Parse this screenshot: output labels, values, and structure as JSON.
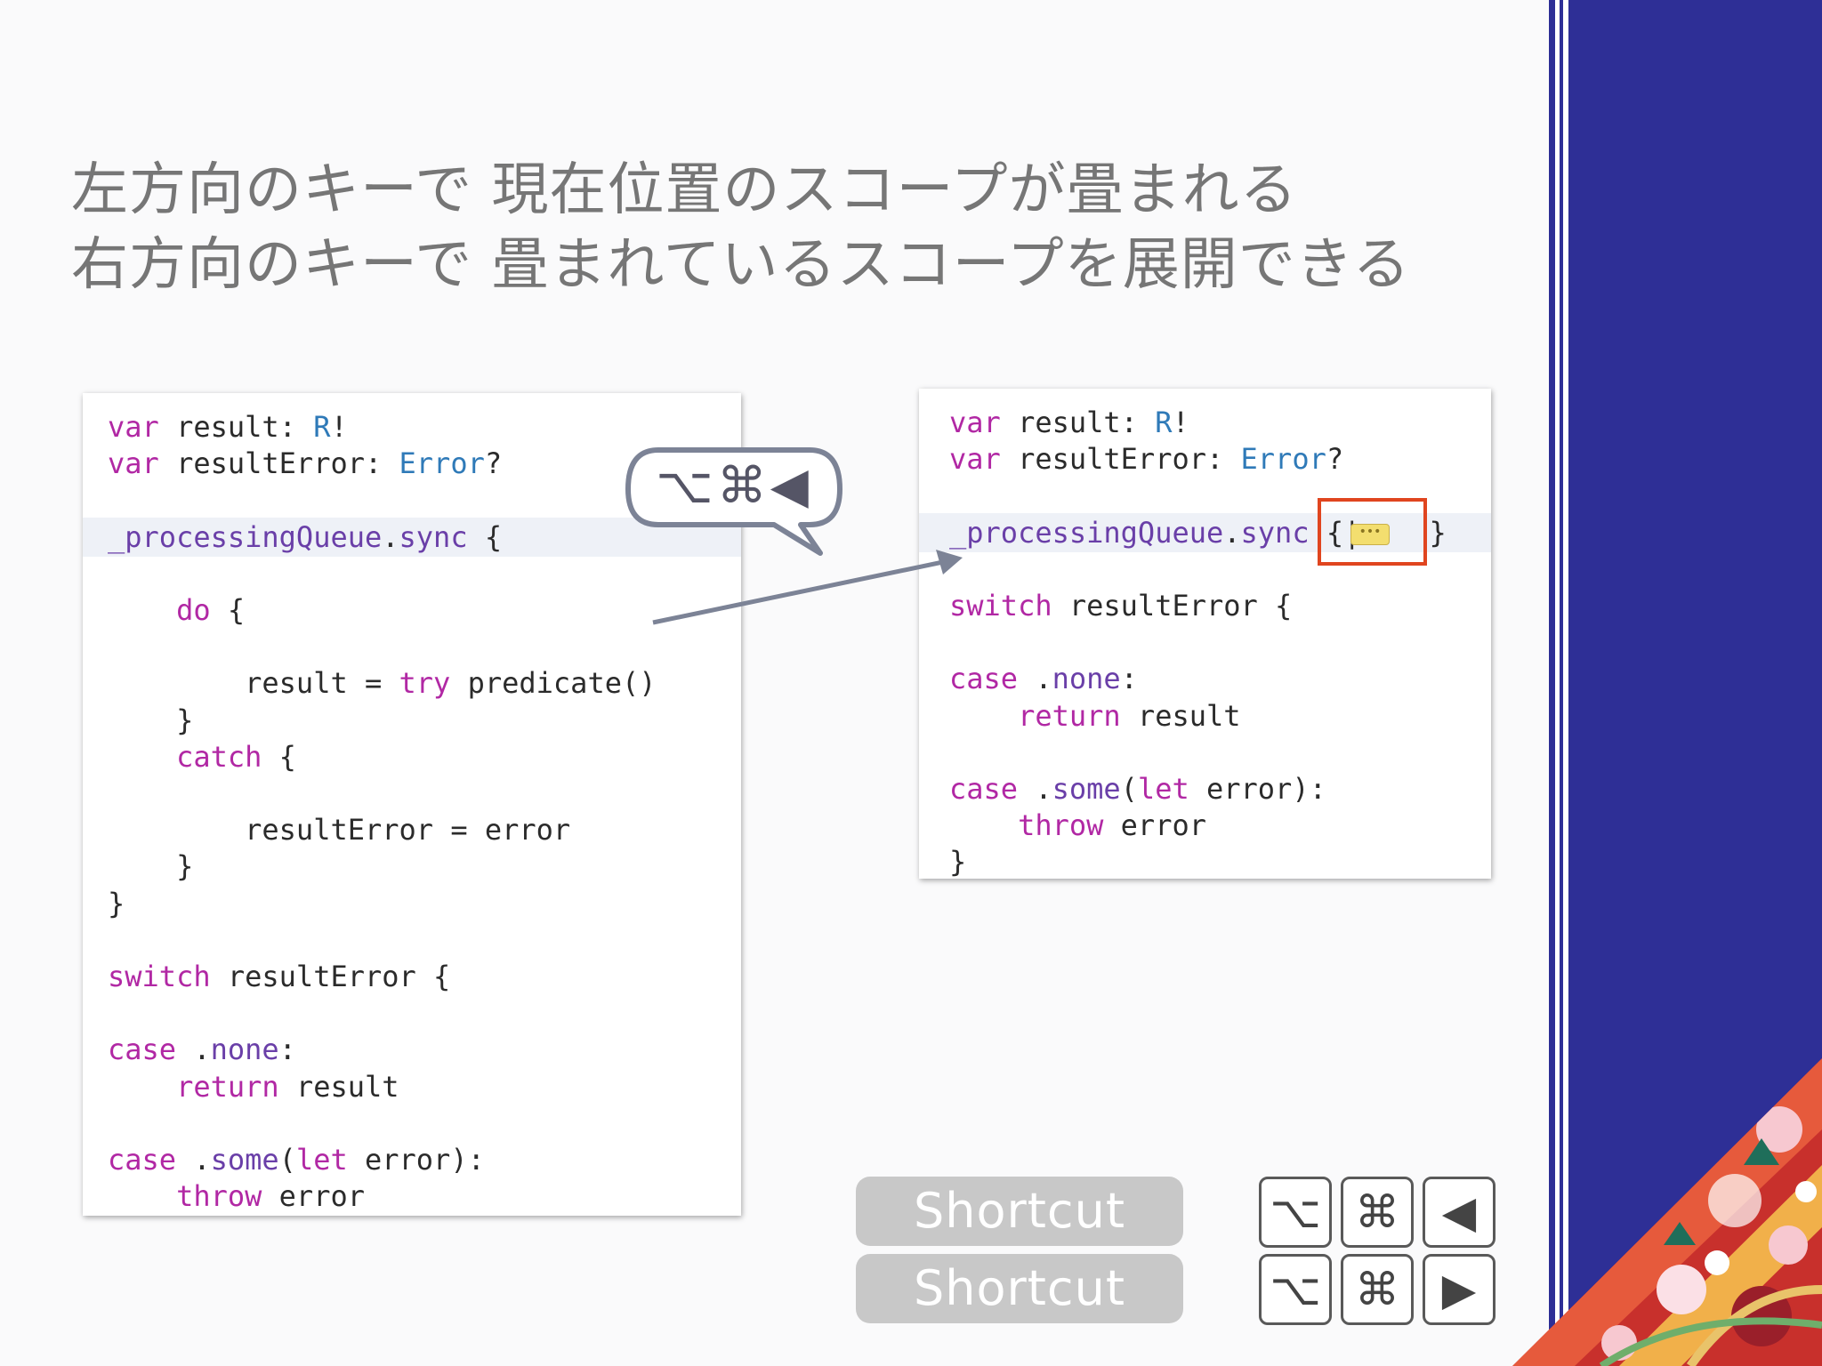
{
  "title": {
    "line1": "左方向のキーで 現在位置のスコープが畳まれる",
    "line2": "右方向のキーで 畳まれているスコープを展開できる"
  },
  "left_code": [
    [
      [
        "kw",
        "var"
      ],
      [
        "plain",
        " result: "
      ],
      [
        "ty",
        "R"
      ],
      [
        "plain",
        "!"
      ]
    ],
    [
      [
        "kw",
        "var"
      ],
      [
        "plain",
        " resultError: "
      ],
      [
        "ty",
        "Error"
      ],
      [
        "plain",
        "?"
      ]
    ],
    [],
    [
      [
        "mth",
        "_processingQueue"
      ],
      [
        "plain",
        "."
      ],
      [
        "mth",
        "sync"
      ],
      [
        "plain",
        " {"
      ]
    ],
    [],
    [
      [
        "plain",
        "    "
      ],
      [
        "kw",
        "do"
      ],
      [
        "plain",
        " {"
      ]
    ],
    [],
    [
      [
        "plain",
        "        result = "
      ],
      [
        "kw",
        "try"
      ],
      [
        "plain",
        " predicate()"
      ]
    ],
    [
      [
        "plain",
        "    }"
      ]
    ],
    [
      [
        "plain",
        "    "
      ],
      [
        "kw",
        "catch"
      ],
      [
        "plain",
        " {"
      ]
    ],
    [],
    [
      [
        "plain",
        "        resultError = error"
      ]
    ],
    [
      [
        "plain",
        "    }"
      ]
    ],
    [
      [
        "plain",
        "}"
      ]
    ],
    [],
    [
      [
        "kw",
        "switch"
      ],
      [
        "plain",
        " resultError {"
      ]
    ],
    [],
    [
      [
        "kw",
        "case"
      ],
      [
        "plain",
        " ."
      ],
      [
        "mth",
        "none"
      ],
      [
        "plain",
        ":"
      ]
    ],
    [
      [
        "plain",
        "    "
      ],
      [
        "kw",
        "return"
      ],
      [
        "plain",
        " result"
      ]
    ],
    [],
    [
      [
        "kw",
        "case"
      ],
      [
        "plain",
        " ."
      ],
      [
        "mth",
        "some"
      ],
      [
        "plain",
        "("
      ],
      [
        "kw",
        "let"
      ],
      [
        "plain",
        " error):"
      ]
    ],
    [
      [
        "plain",
        "    "
      ],
      [
        "kw",
        "throw"
      ],
      [
        "plain",
        " error"
      ]
    ]
  ],
  "right_code": [
    [
      [
        "kw",
        "var"
      ],
      [
        "plain",
        " result: "
      ],
      [
        "ty",
        "R"
      ],
      [
        "plain",
        "!"
      ]
    ],
    [
      [
        "kw",
        "var"
      ],
      [
        "plain",
        " resultError: "
      ],
      [
        "ty",
        "Error"
      ],
      [
        "plain",
        "?"
      ]
    ],
    [],
    [
      [
        "mth",
        "_processingQueue"
      ],
      [
        "plain",
        "."
      ],
      [
        "mth",
        "sync"
      ],
      [
        "plain",
        " {|    }"
      ]
    ],
    [],
    [
      [
        "kw",
        "switch"
      ],
      [
        "plain",
        " resultError {"
      ]
    ],
    [],
    [
      [
        "kw",
        "case"
      ],
      [
        "plain",
        " ."
      ],
      [
        "mth",
        "none"
      ],
      [
        "plain",
        ":"
      ]
    ],
    [
      [
        "plain",
        "    "
      ],
      [
        "kw",
        "return"
      ],
      [
        "plain",
        " result"
      ]
    ],
    [],
    [
      [
        "kw",
        "case"
      ],
      [
        "plain",
        " ."
      ],
      [
        "mth",
        "some"
      ],
      [
        "plain",
        "("
      ],
      [
        "kw",
        "let"
      ],
      [
        "plain",
        " error):"
      ]
    ],
    [
      [
        "plain",
        "    "
      ],
      [
        "kw",
        "throw"
      ],
      [
        "plain",
        " error"
      ]
    ],
    [
      [
        "plain",
        "}"
      ]
    ]
  ],
  "fold_chip": "•••",
  "bubble_keys": "⌥⌘◀",
  "shortcuts": [
    {
      "label": "Shortcut",
      "keys": [
        "⌥",
        "⌘",
        "◀"
      ]
    },
    {
      "label": "Shortcut",
      "keys": [
        "⌥",
        "⌘",
        "▶"
      ]
    }
  ],
  "colors": {
    "keyword": "#b128a4",
    "type": "#2f7ab8",
    "method": "#6a3fa8",
    "band": "#2e2f96",
    "highlight_box": "#e0451f",
    "title": "#767676"
  }
}
